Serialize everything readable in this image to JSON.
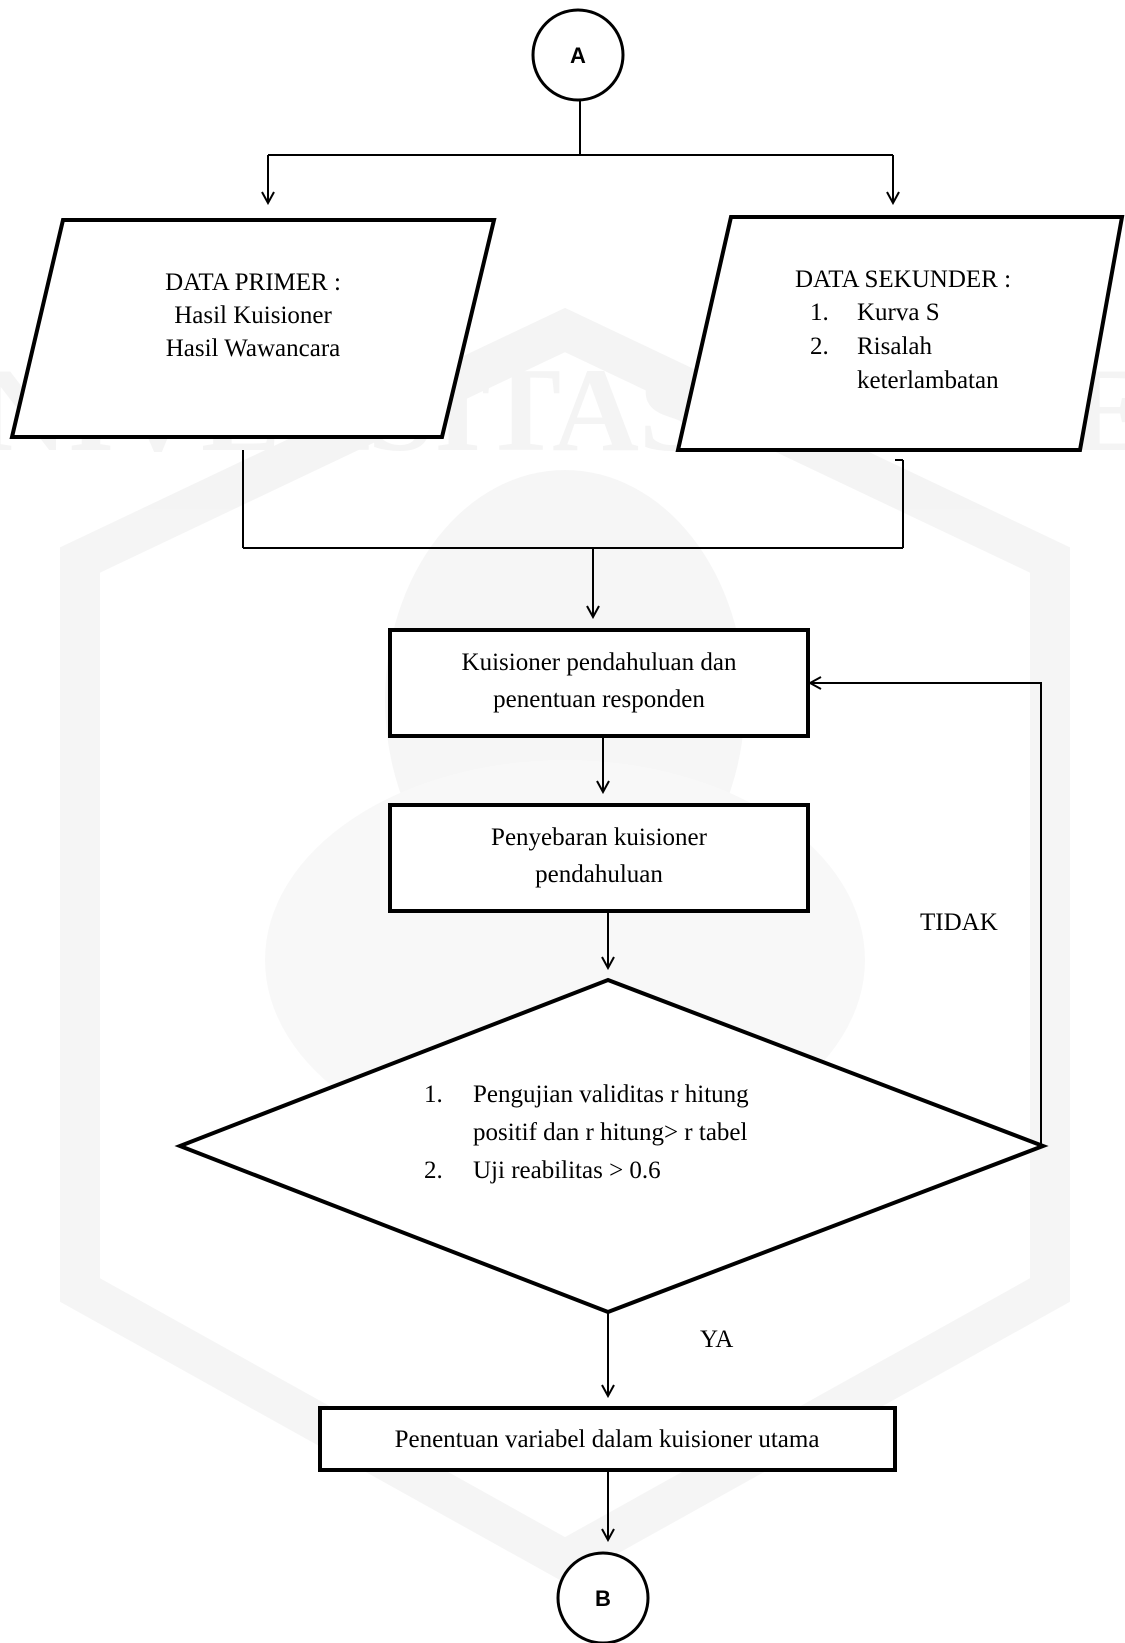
{
  "connectors": {
    "start": "A",
    "end": "B"
  },
  "data_primer": {
    "title": "DATA PRIMER :",
    "lines": [
      "Hasil Kuisioner",
      "Hasil Wawancara"
    ]
  },
  "data_sekunder": {
    "title": "DATA SEKUNDER :",
    "items": [
      {
        "num": "1.",
        "text": "Kurva S"
      },
      {
        "num": "2.",
        "text": "Risalah"
      }
    ],
    "continuation": "keterlambatan"
  },
  "process_1": {
    "lines": [
      "Kuisioner pendahuluan dan",
      "penentuan responden"
    ]
  },
  "process_2": {
    "lines": [
      "Penyebaran kuisioner",
      "pendahuluan"
    ]
  },
  "decision": {
    "items": [
      {
        "num": "1.",
        "lines": [
          "Pengujian validitas r hitung",
          "positif dan r hitung> r tabel"
        ]
      },
      {
        "num": "2.",
        "lines": [
          "Uji reabilitas > 0.6"
        ]
      }
    ]
  },
  "labels": {
    "no": "TIDAK",
    "yes": "YA"
  },
  "process_3": {
    "text": "Penentuan variabel dalam kuisioner utama"
  },
  "watermark": {
    "text": "UNIVERSITAS JEMBER"
  }
}
